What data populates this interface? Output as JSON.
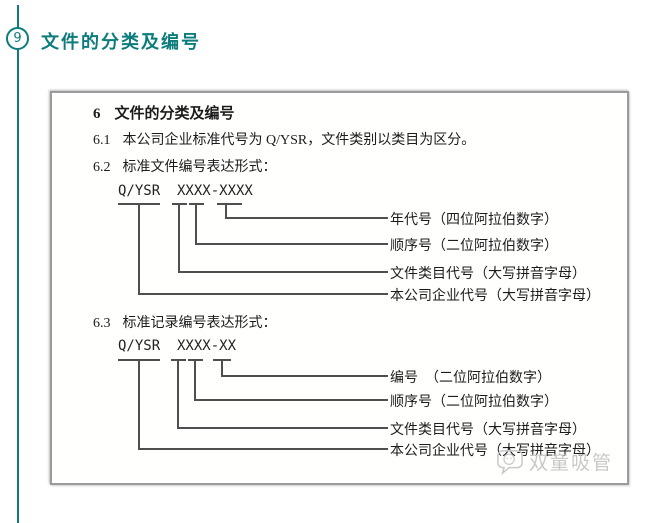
{
  "page": {
    "badge": "9",
    "title": "文件的分类及编号"
  },
  "document": {
    "heading": {
      "num": "6",
      "text": "文件的分类及编号"
    },
    "clauses": [
      {
        "num": "6.1",
        "text": "本公司企业标准代号为 Q/YSR，文件类别以类目为区分。"
      },
      {
        "num": "6.2",
        "text": "标准文件编号表达形式："
      },
      {
        "num": "6.3",
        "text": "标准记录编号表达形式："
      }
    ],
    "diagram1": {
      "code": "Q/YSR  XXXX-XXXX",
      "labels": [
        "年代号（四位阿拉伯数字）",
        "顺序号（二位阿拉伯数字）",
        "文件类目代号（大写拼音字母）",
        "本公司企业代号（大写拼音字母）"
      ]
    },
    "diagram2": {
      "code": "Q/YSR  XXXX-XX",
      "labels": [
        "编号　（二位阿拉伯数字）",
        "顺序号（二位阿拉伯数字）",
        "文件类目代号（大写拼音字母）",
        "本公司企业代号（大写拼音字母）"
      ]
    },
    "watermark": "双童吸管"
  },
  "colors": {
    "accent": "#0d7c7c",
    "frame_border": "#9b9b9b",
    "diagram_line": "#4f4f4f",
    "watermark": "#c8c8c8"
  }
}
